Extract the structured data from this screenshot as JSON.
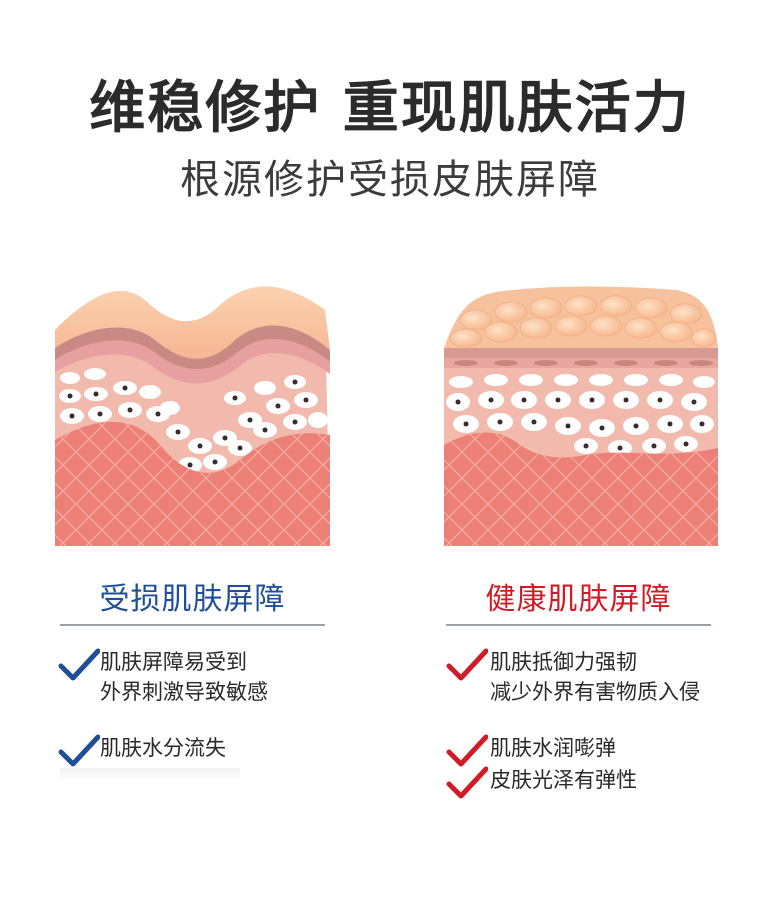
{
  "headline": "维稳修护 重现肌肤活力",
  "subheadline": "根源修护受损皮肤屏障",
  "left": {
    "title": "受损肌肤屏障",
    "items": [
      {
        "line1": "肌肤屏障易受到",
        "line2": "外界刺激导致敏感"
      },
      {
        "line1": "肌肤水分流失",
        "line2": ""
      }
    ],
    "accent_color": "#1f4f96",
    "icon": "check-icon"
  },
  "right": {
    "title": "健康肌肤屏障",
    "items": [
      {
        "line1": "肌肤抵御力强韧",
        "line2": "减少外界有害物质入侵"
      },
      {
        "line1": "肌肤水润嘭弹",
        "line2": ""
      },
      {
        "line1": "皮肤光泽有弹性",
        "line2": ""
      }
    ],
    "accent_color": "#cf1c26",
    "icon": "check-icon"
  }
}
